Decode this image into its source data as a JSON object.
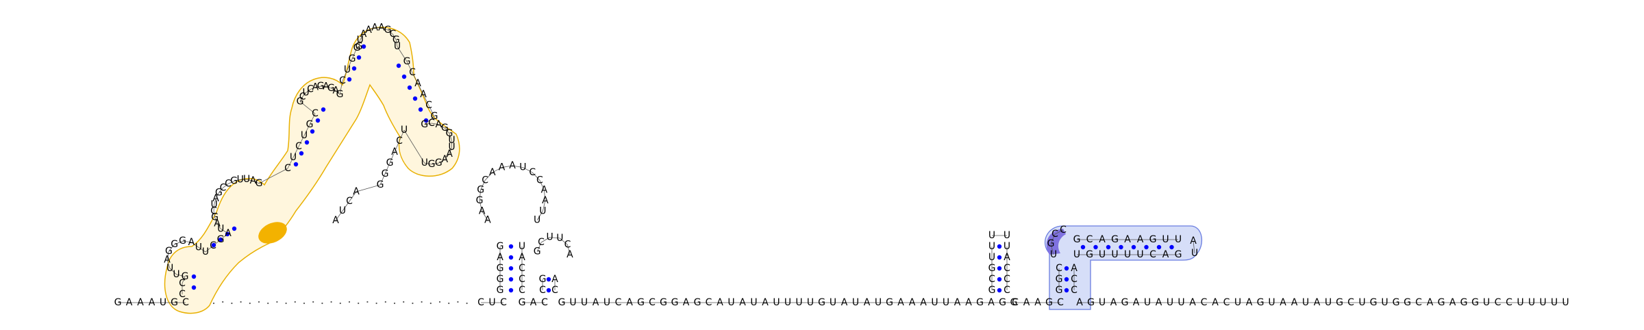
{
  "colors": {
    "background": "#ffffff",
    "nucleotide_text": "#000000",
    "base_pair_dot": "#0000ff",
    "backbone": "#555555",
    "domain1_fill": "#fff6dd",
    "domain1_stroke": "#e8b000",
    "domain1_highlight": "#f3b200",
    "domain2_fill": "#d6def8",
    "domain2_stroke": "#6a7de0",
    "domain2_highlight": "#7f72e0"
  },
  "bottom_strand": {
    "left": "GAAAUGC",
    "unpaired_dots": 29,
    "mid1": "CUC",
    "mid2": "GAC",
    "mid3": "GUUAUCAGCGGAGCAUAUAUUUUGUAUAUGAAAUUAAGAGG",
    "mid4": "CAAGC",
    "right": "AGUAGAUAUUACACUAGUAAUAUGCUGUGGCAGAGGUCCUUUUU"
  },
  "hairpin_a": {
    "left_stem": "GGGAG",
    "right_stem": "CCCAU",
    "loop": "AAGGCAAAUCCAAUU"
  },
  "hairpin_b": {
    "left_stem": "CG",
    "right_stem": "CA",
    "loop": "GCUUCA"
  },
  "hairpin_c": {
    "left_stem": "GCGUU",
    "right_stem": "CCCAU",
    "loop": "UU"
  },
  "domain_2": {
    "stem_left": "GGC",
    "stem_right": "CCA",
    "loop_side": "UGCC",
    "top_strand": "GCAGAAGUU",
    "tip": "AU",
    "bottom_strand": "UGUUUUCAG"
  },
  "domain_1": {
    "sequence_path": "CCGUUAGGGAUUCGAUAGCUAGCCGUUAGCUCUGCGCUCAGAGAGCUGGGUAAAAGCGUGCAACGGCAGGUUAAGGUUCAGGGACUA",
    "highlight": "ACGGU"
  }
}
